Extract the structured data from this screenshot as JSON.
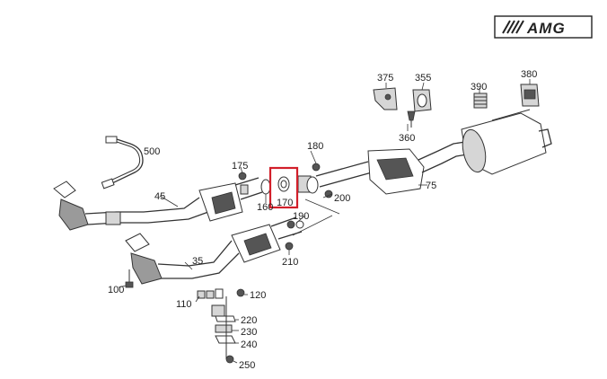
{
  "logo_text": "AMG",
  "highlight_color": "#d21f2a",
  "callouts": [
    {
      "id": "c500",
      "text": "500"
    },
    {
      "id": "c45",
      "text": "45"
    },
    {
      "id": "c175",
      "text": "175"
    },
    {
      "id": "c180",
      "text": "180"
    },
    {
      "id": "c160",
      "text": "160"
    },
    {
      "id": "c170",
      "text": "170"
    },
    {
      "id": "c190",
      "text": "190"
    },
    {
      "id": "c200",
      "text": "200"
    },
    {
      "id": "c210",
      "text": "210"
    },
    {
      "id": "c35",
      "text": "35"
    },
    {
      "id": "c75",
      "text": "75"
    },
    {
      "id": "c375",
      "text": "375"
    },
    {
      "id": "c355",
      "text": "355"
    },
    {
      "id": "c390",
      "text": "390"
    },
    {
      "id": "c380",
      "text": "380"
    },
    {
      "id": "c360",
      "text": "360"
    },
    {
      "id": "c100",
      "text": "100"
    },
    {
      "id": "c110",
      "text": "110"
    },
    {
      "id": "c120",
      "text": "120"
    },
    {
      "id": "c220",
      "text": "220"
    },
    {
      "id": "c230",
      "text": "230"
    },
    {
      "id": "c240",
      "text": "240"
    },
    {
      "id": "c250",
      "text": "250"
    }
  ]
}
